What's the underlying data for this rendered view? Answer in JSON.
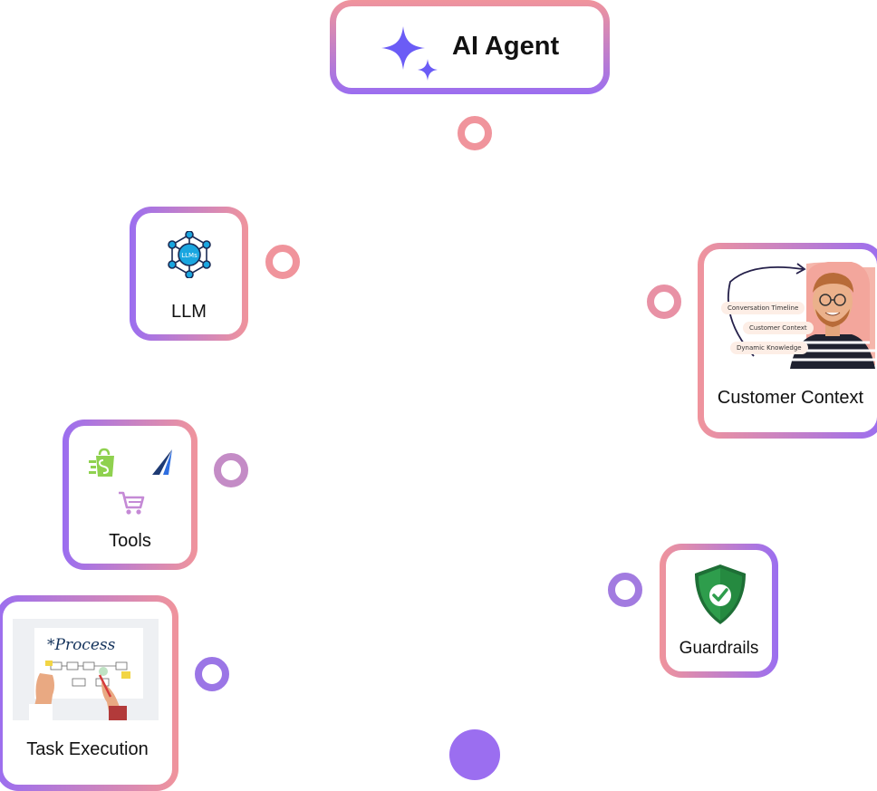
{
  "agent": {
    "title": "AI Agent"
  },
  "nodes": {
    "llm": {
      "label": "LLM",
      "icon_text": "LLMs"
    },
    "customer_context": {
      "label": "Customer Context",
      "tags": [
        "Conversation Timeline",
        "Customer Context",
        "Dynamic Knowledge"
      ]
    },
    "tools": {
      "label": "Tools"
    },
    "guardrails": {
      "label": "Guardrails"
    },
    "task_execution": {
      "label": "Task Execution",
      "image_text": "*Process"
    }
  },
  "colors": {
    "gradient_purple": "#9b6ef0",
    "gradient_pink": "#f0949c",
    "sparkle": "#6b5cf6",
    "shield_green": "#2e9d4c",
    "llm_blue": "#1aa6e0",
    "tool_green": "#8fd14f",
    "tool_navy": "#1e3a73",
    "tool_cart": "#c58ad6"
  }
}
